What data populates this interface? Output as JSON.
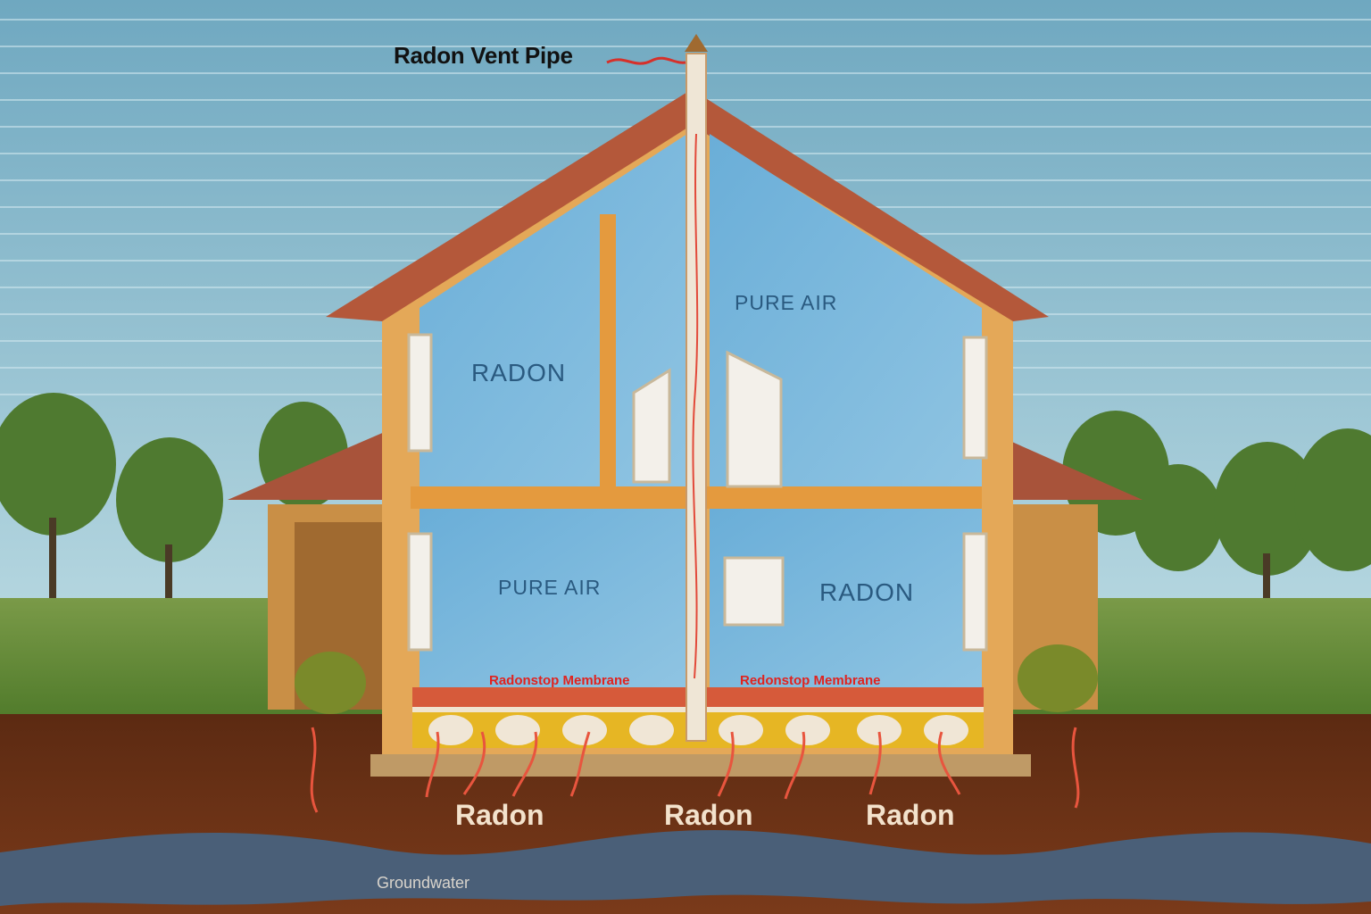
{
  "diagram": {
    "title_label": "Radon Vent Pipe",
    "rooms": {
      "upper_left": "RADON",
      "upper_right": "PURE AIR",
      "lower_left": "PURE AIR",
      "lower_right": "RADON"
    },
    "membranes": {
      "left": "Radonstop Membrane",
      "right": "Redonstop Membrane"
    },
    "soil_labels": [
      "Radon",
      "Radon",
      "Radon"
    ],
    "groundwater_label": "Groundwater",
    "colors": {
      "sky": "#8fc3d6",
      "wall_interior": "#7fb8dc",
      "roof": "#b4583a",
      "frame": "#e3a24a",
      "soil": "#5a2a14",
      "groundwater": "#4a5f78",
      "radon_lines": "#e8553e",
      "grass": "#6f8f3c"
    }
  }
}
